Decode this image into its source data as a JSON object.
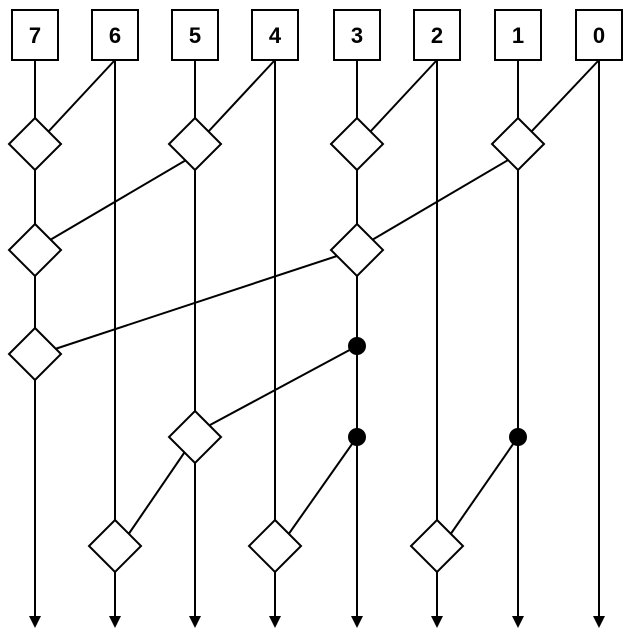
{
  "inputs": [
    "7",
    "6",
    "5",
    "4",
    "3",
    "2",
    "1",
    "0"
  ],
  "edges_level_1": [
    [
      "7",
      "6"
    ],
    [
      "5",
      "4"
    ],
    [
      "3",
      "2"
    ],
    [
      "1",
      "0"
    ]
  ],
  "edges_level_2": [
    [
      "7",
      "5"
    ],
    [
      "3",
      "1"
    ]
  ],
  "edges_level_3": [
    [
      "7",
      "3"
    ]
  ],
  "down_sweep": [
    [
      "5",
      "3"
    ],
    [
      "6",
      "5"
    ],
    [
      "4",
      "3"
    ],
    [
      "2",
      "1"
    ]
  ]
}
